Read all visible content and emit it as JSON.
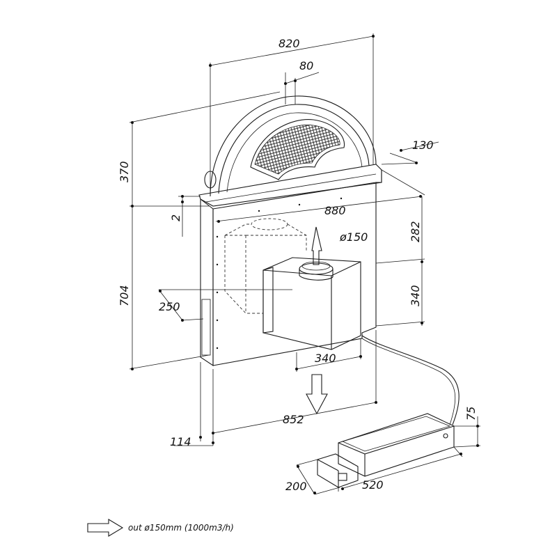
{
  "dimensions": {
    "overall_width": "820",
    "outlet_offset": "80",
    "side_depth": "130",
    "arch_height": "370",
    "gap": "2",
    "body_width": "880",
    "duct_diameter": "ø150",
    "upper_height": "282",
    "lower_height": "340",
    "total_height": "704",
    "motor_offset": "250",
    "motor_width": "340",
    "base_width": "852",
    "base_depth": "114",
    "motor_unit_height": "75",
    "motor_unit_depth": "200",
    "motor_unit_length": "520"
  },
  "legend": {
    "text": "out ø150mm (1000m3/h)"
  },
  "colors": {
    "line": "#1a1a1a",
    "background": "#ffffff"
  }
}
